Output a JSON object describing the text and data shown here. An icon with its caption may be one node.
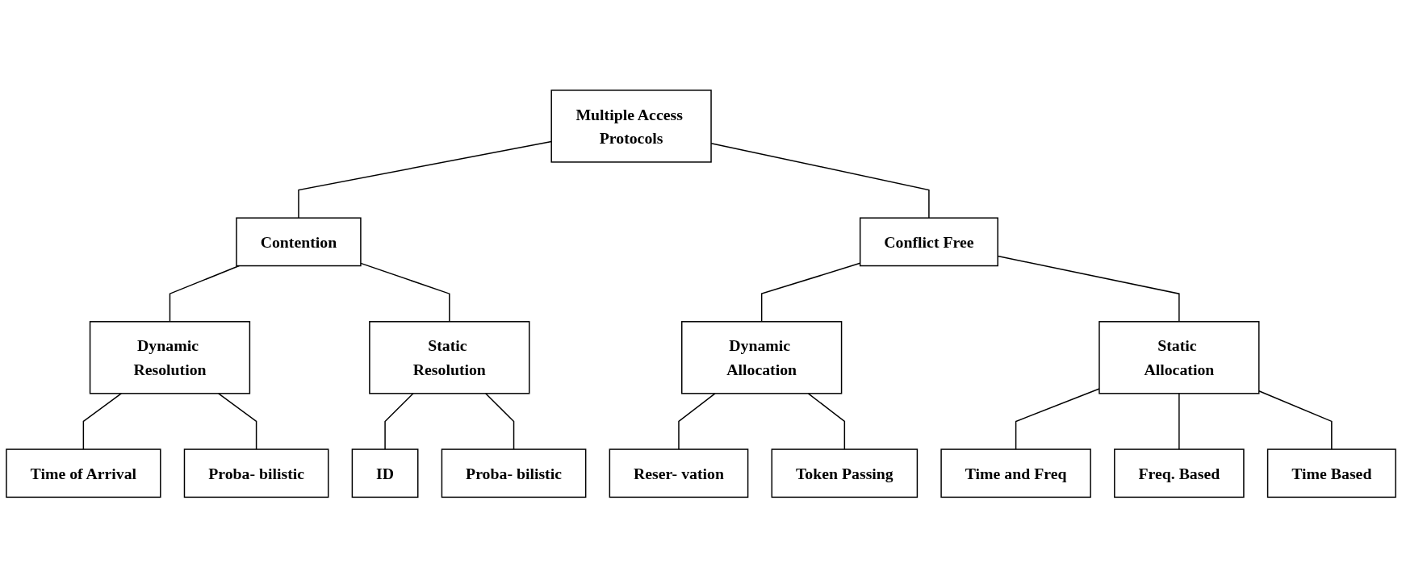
{
  "diagram": {
    "nodes": [
      {
        "text": [
          "Multiple Access Protocols"
        ]
      },
      {
        "text": [
          "Contention"
        ]
      },
      {
        "text": [
          "Conflict Free"
        ]
      },
      {
        "text": [
          "Dynamic Resolution"
        ]
      },
      {
        "text": [
          "Static Resolution"
        ]
      },
      {
        "text": [
          "Dynamic Allocation"
        ]
      },
      {
        "text": [
          "Static Allocation"
        ]
      },
      {
        "text": [
          "Time of Arrival"
        ]
      },
      {
        "text": [
          "Proba- bilistic"
        ]
      },
      {
        "text": [
          "ID"
        ]
      },
      {
        "text": [
          "Proba- bilistic"
        ]
      },
      {
        "text": [
          "Reser- vation"
        ]
      },
      {
        "text": [
          "Token Passing"
        ]
      },
      {
        "text": [
          "Time and Freq"
        ]
      },
      {
        "text": [
          "Freq. Based"
        ]
      },
      {
        "text": [
          "Time Based"
        ]
      }
    ],
    "edges": [
      {
        "from": 0,
        "to": 1,
        "arrow": "none"
      },
      {
        "from": 0,
        "to": 2,
        "arrow": "none"
      },
      {
        "from": 1,
        "to": 3,
        "arrow": "none"
      },
      {
        "from": 1,
        "to": 4,
        "arrow": "none"
      },
      {
        "from": 2,
        "to": 5,
        "arrow": "none"
      },
      {
        "from": 2,
        "to": 6,
        "arrow": "none"
      },
      {
        "from": 3,
        "to": 7,
        "arrow": "none"
      },
      {
        "from": 3,
        "to": 8,
        "arrow": "none"
      },
      {
        "from": 4,
        "to": 9,
        "arrow": "none"
      },
      {
        "from": 4,
        "to": 10,
        "arrow": "none"
      },
      {
        "from": 5,
        "to": 11,
        "arrow": "none"
      },
      {
        "from": 5,
        "to": 12,
        "arrow": "none"
      },
      {
        "from": 6,
        "to": 13,
        "arrow": "none"
      },
      {
        "from": 6,
        "to": 14,
        "arrow": "none"
      },
      {
        "from": 6,
        "to": 15,
        "arrow": "none"
      }
    ]
  }
}
